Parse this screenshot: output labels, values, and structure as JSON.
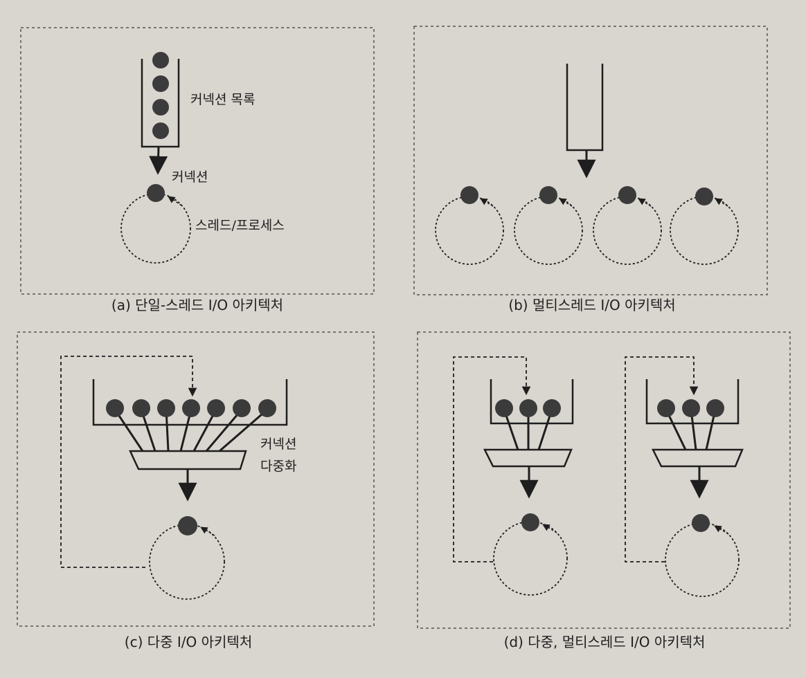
{
  "panels": {
    "a": {
      "caption": "(a) 단일-스레드 I/O 아키텍처",
      "queue_label": "커넥션 목록",
      "connection_label": "커넥션",
      "thread_label": "스레드/프로세스"
    },
    "b": {
      "caption": "(b) 멀티스레드 I/O 아키텍처"
    },
    "c": {
      "caption": "(c) 다중 I/O 아키텍처",
      "mux_label_line1": "커넥션",
      "mux_label_line2": "다중화"
    },
    "d": {
      "caption": "(d) 다중, 멀티스레드 I/O 아키텍처"
    }
  },
  "colors": {
    "ink": "#1e1e1e",
    "node": "#3b3b3b",
    "paper": "#d9d5cf"
  }
}
